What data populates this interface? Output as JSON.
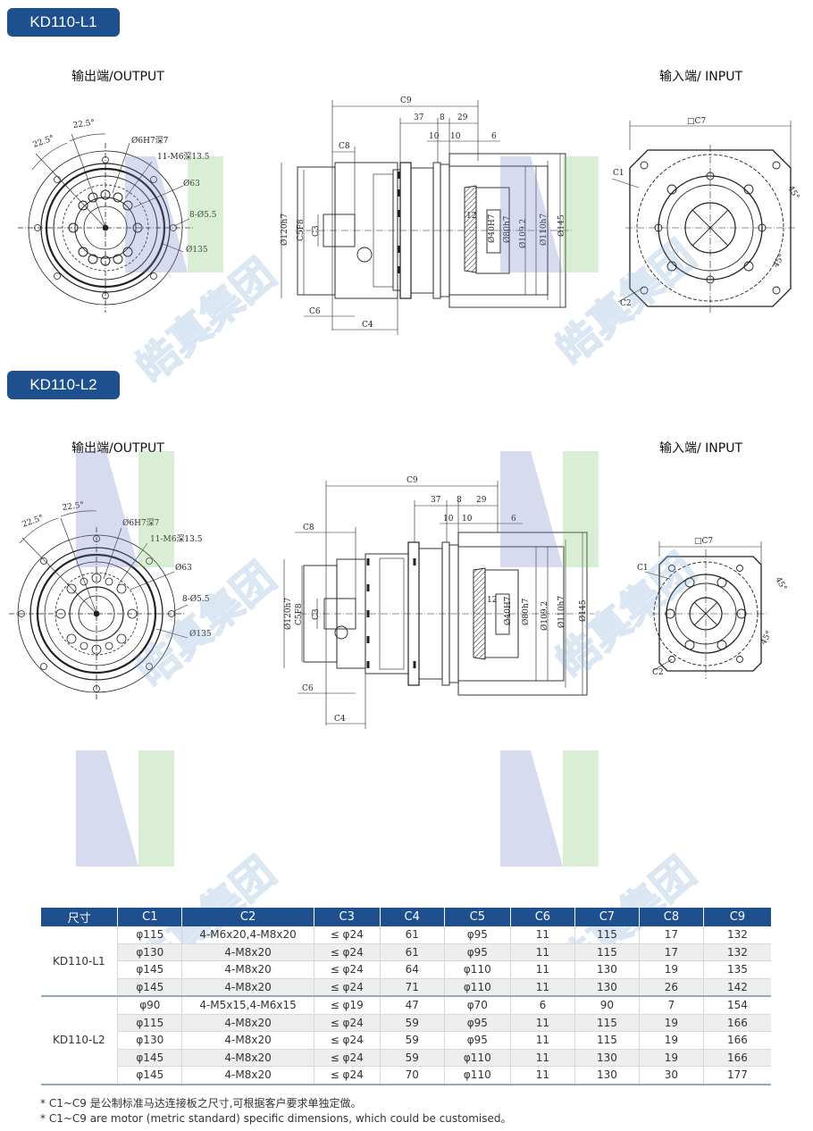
{
  "sections": [
    {
      "badge": "KD110-L1",
      "output_label": "输出端/OUTPUT",
      "input_label": "输入端/ INPUT"
    },
    {
      "badge": "KD110-L2",
      "output_label": "输出端/OUTPUT",
      "input_label": "输入端/ INPUT"
    }
  ],
  "dims": {
    "a22": "22.5°",
    "phi6": "Ø6H7深7",
    "m6": "11-M6深13.5",
    "phi63": "Ø63",
    "holes": "8-Ø5.5",
    "phi135": "Ø135",
    "c9": "C9",
    "v37": "37",
    "v8": "8",
    "v29": "29",
    "v10a": "10",
    "v10b": "10",
    "v6": "6",
    "c8": "C8",
    "c6": "C6",
    "c4": "C4",
    "c3": "C3",
    "c5": "C5F8",
    "d120": "Ø120h7",
    "d40": "Ø40H7",
    "d80": "Ø80h7",
    "d109": "Ø109.2",
    "d110": "Ø110h7",
    "d145": "Ø145",
    "v12": "12",
    "c7": "□C7",
    "c1": "C1",
    "c2": "C2",
    "a45": "45°"
  },
  "watermark": "皓真集团",
  "table": {
    "headers": [
      "尺寸",
      "C1",
      "C2",
      "C3",
      "C4",
      "C5",
      "C6",
      "C7",
      "C8",
      "C9"
    ],
    "groups": [
      {
        "model": "KD110-L1",
        "rows": [
          [
            "φ115",
            "4-M6x20,4-M8x20",
            "≤ φ24",
            "61",
            "φ95",
            "11",
            "115",
            "17",
            "132"
          ],
          [
            "φ130",
            "4-M8x20",
            "≤ φ24",
            "61",
            "φ95",
            "11",
            "115",
            "17",
            "132"
          ],
          [
            "φ145",
            "4-M8x20",
            "≤ φ24",
            "64",
            "φ110",
            "11",
            "130",
            "19",
            "135"
          ],
          [
            "φ145",
            "4-M8x20",
            "≤ φ24",
            "71",
            "φ110",
            "11",
            "130",
            "26",
            "142"
          ]
        ]
      },
      {
        "model": "KD110-L2",
        "rows": [
          [
            "φ90",
            "4-M5x15,4-M6x15",
            "≤ φ19",
            "47",
            "φ70",
            "6",
            "90",
            "7",
            "154"
          ],
          [
            "φ115",
            "4-M8x20",
            "≤ φ24",
            "59",
            "φ95",
            "11",
            "115",
            "19",
            "166"
          ],
          [
            "φ130",
            "4-M8x20",
            "≤ φ24",
            "59",
            "φ95",
            "11",
            "115",
            "19",
            "166"
          ],
          [
            "φ145",
            "4-M8x20",
            "≤ φ24",
            "59",
            "φ110",
            "11",
            "130",
            "19",
            "166"
          ],
          [
            "φ145",
            "4-M8x20",
            "≤ φ24",
            "70",
            "φ110",
            "11",
            "130",
            "30",
            "177"
          ]
        ]
      }
    ]
  },
  "notes": [
    "* C1~C9  是公制标准马达连接板之尺寸,可根据客户要求单独定做。",
    "* C1~C9  are motor (metric standard) specific dimensions, which could be customised。"
  ]
}
